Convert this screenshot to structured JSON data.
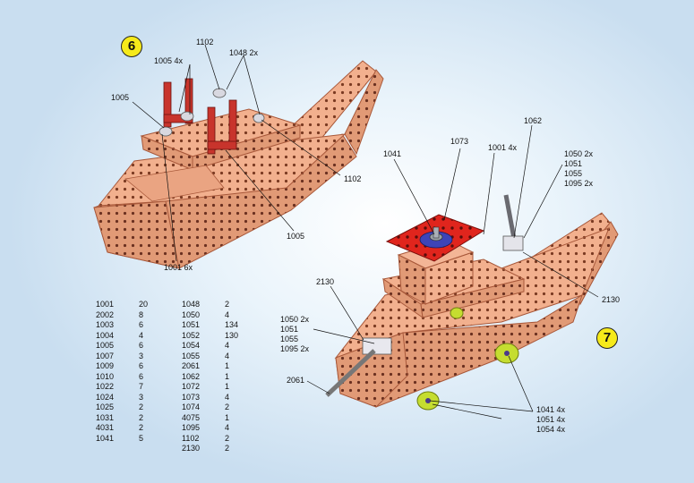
{
  "steps": [
    {
      "number": "6"
    },
    {
      "number": "7"
    }
  ],
  "callouts_step6": {
    "c1005_left": "1005",
    "c1005_4x": "1005 4x",
    "c1102_top": "1102",
    "c1048_2x": "1048 2x",
    "c1102_right": "1102",
    "c1005_bottom": "1005",
    "c1001_6x": "1001 6x"
  },
  "callouts_step7": {
    "c1041_top": "1041",
    "c1073": "1073",
    "c1001_4x": "1001 4x",
    "c1062": "1062",
    "c1050_2x_r": "1050 2x",
    "c1051_r": "1051",
    "c1055_r": "1055",
    "c1095_2x_r": "1095 2x",
    "c2130_r": "2130",
    "c2130_l": "2130",
    "c1050_2x_l": "1050 2x",
    "c1051_l": "1051",
    "c1055_l": "1055",
    "c1095_2x_l": "1095 2x",
    "c2061": "2061",
    "c1041_4x": "1041 4x",
    "c1051_4x": "1051 4x",
    "c1054_4x": "1054 4x"
  },
  "parts_list": {
    "col1": [
      {
        "part": "1001",
        "qty": "20"
      },
      {
        "part": "2002",
        "qty": "8"
      },
      {
        "part": "1003",
        "qty": "6"
      },
      {
        "part": "1004",
        "qty": "4"
      },
      {
        "part": "1005",
        "qty": "6"
      },
      {
        "part": "1007",
        "qty": "3"
      },
      {
        "part": "1009",
        "qty": "6"
      },
      {
        "part": "1010",
        "qty": "6"
      },
      {
        "part": "1022",
        "qty": "7"
      },
      {
        "part": "1024",
        "qty": "3"
      },
      {
        "part": "1025",
        "qty": "2"
      },
      {
        "part": "1031",
        "qty": "2"
      },
      {
        "part": "4031",
        "qty": "2"
      },
      {
        "part": "1041",
        "qty": "5"
      }
    ],
    "col2": [
      {
        "part": "1048",
        "qty": "2"
      },
      {
        "part": "1050",
        "qty": "4"
      },
      {
        "part": "1051",
        "qty": "134"
      },
      {
        "part": "1052",
        "qty": "130"
      },
      {
        "part": "1054",
        "qty": "4"
      },
      {
        "part": "1055",
        "qty": "4"
      },
      {
        "part": "2061",
        "qty": "1"
      },
      {
        "part": "1062",
        "qty": "1"
      },
      {
        "part": "1072",
        "qty": "1"
      },
      {
        "part": "1073",
        "qty": "4"
      },
      {
        "part": "1074",
        "qty": "2"
      },
      {
        "part": "4075",
        "qty": "1"
      },
      {
        "part": "1095",
        "qty": "4"
      },
      {
        "part": "1102",
        "qty": "2"
      },
      {
        "part": "2130",
        "qty": "2"
      }
    ]
  },
  "colors": {
    "hull": "#f2b08e",
    "hull_dark": "#d98a66",
    "hull_edge": "#a8583a",
    "red_part": "#c8342c",
    "red_plate": "#e0251d",
    "wheel": "#c5dd30",
    "badge": "#f6ea1a"
  }
}
